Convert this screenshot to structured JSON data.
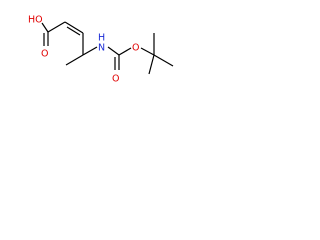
{
  "molecule": {
    "atoms": {
      "ho": "HO",
      "o_acid": "O",
      "nh": "N",
      "h": "H",
      "o_carbonyl": "O",
      "o_ether": "O"
    },
    "colors": {
      "oxygen": "#e00000",
      "nitrogen": "#1a2bd6",
      "bond": "#000000",
      "background": "#ffffff"
    }
  }
}
